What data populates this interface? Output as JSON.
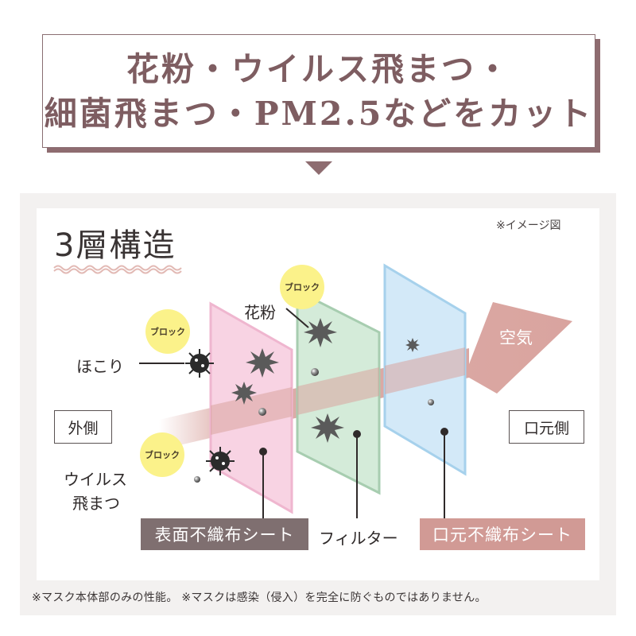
{
  "header": {
    "line1": "花粉・ウイルス飛まつ・",
    "line2": "細菌飛まつ・PM2.5などをカット"
  },
  "panel": {
    "title": "3層構造",
    "image_note": "※イメージ図",
    "outside_label": "外側",
    "mouth_side_label": "口元側",
    "air_label": "空気",
    "block_label": "ブロック",
    "particles": {
      "dust": "ほこり",
      "pollen": "花粉",
      "virus_line1": "ウイルス",
      "virus_line2": "飛まつ"
    },
    "layers": {
      "outer": "表面不織布シート",
      "filter": "フィルター",
      "mouth": "口元不織布シート"
    }
  },
  "colors": {
    "brand": "#7e5d61",
    "outer_layer": "#f7cfe0",
    "filter_layer": "#cfe8d6",
    "mouth_layer": "#cfe6f7",
    "air_arrow": "#d9a49f",
    "block_badge": "#fbf28a"
  },
  "footnote": "※マスク本体部のみの性能。 ※マスクは感染（侵入）を完全に防ぐものではありません。"
}
